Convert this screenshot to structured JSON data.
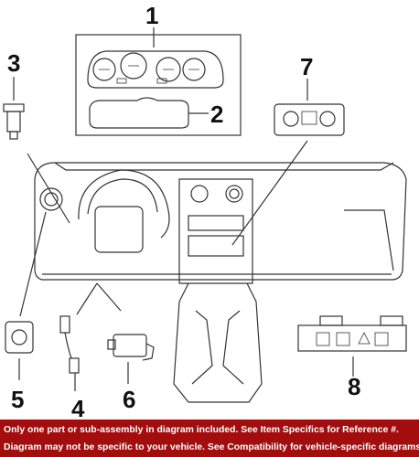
{
  "callouts": {
    "c1": "1",
    "c2": "2",
    "c3": "3",
    "c4": "4",
    "c5": "5",
    "c6": "6",
    "c7": "7",
    "c8": "8"
  },
  "footer": {
    "line1": "Only one part or sub-assembly in diagram included. See Item Specifics for Reference #.",
    "line2": "Diagram may not be specific to your vehicle. See Compatibility for vehicle-specific diagrams."
  },
  "colors": {
    "footer_bg": "#a30d0d",
    "footer_text": "#ffffff",
    "line_art": "#333333"
  }
}
